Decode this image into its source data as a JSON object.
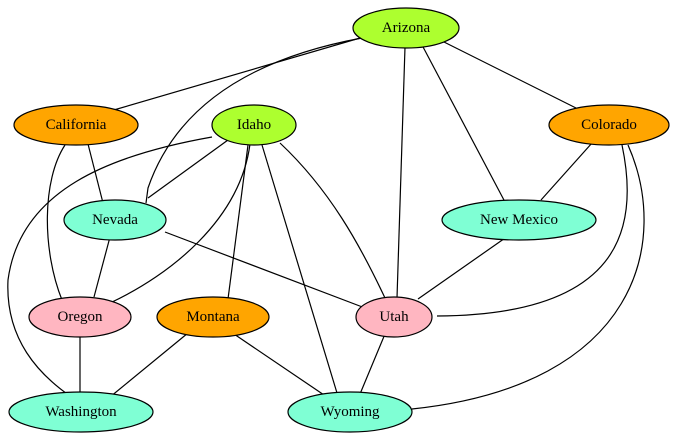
{
  "colors": {
    "lime": "#adff2f",
    "orange": "#ffa500",
    "aquamarine": "#7fffd4",
    "pink": "#ffb6c1"
  },
  "graph": {
    "nodes": [
      {
        "id": "arizona",
        "label": "Arizona",
        "color": "lime"
      },
      {
        "id": "california",
        "label": "California",
        "color": "orange"
      },
      {
        "id": "idaho",
        "label": "Idaho",
        "color": "lime"
      },
      {
        "id": "colorado",
        "label": "Colorado",
        "color": "orange"
      },
      {
        "id": "nevada",
        "label": "Nevada",
        "color": "aquamarine"
      },
      {
        "id": "new-mexico",
        "label": "New Mexico",
        "color": "aquamarine"
      },
      {
        "id": "oregon",
        "label": "Oregon",
        "color": "pink"
      },
      {
        "id": "montana",
        "label": "Montana",
        "color": "orange"
      },
      {
        "id": "utah",
        "label": "Utah",
        "color": "pink"
      },
      {
        "id": "washington",
        "label": "Washington",
        "color": "aquamarine"
      },
      {
        "id": "wyoming",
        "label": "Wyoming",
        "color": "aquamarine"
      }
    ],
    "edges": [
      [
        "arizona",
        "california"
      ],
      [
        "arizona",
        "nevada"
      ],
      [
        "arizona",
        "utah"
      ],
      [
        "arizona",
        "new-mexico"
      ],
      [
        "arizona",
        "colorado"
      ],
      [
        "california",
        "nevada"
      ],
      [
        "california",
        "oregon"
      ],
      [
        "idaho",
        "nevada"
      ],
      [
        "idaho",
        "oregon"
      ],
      [
        "idaho",
        "washington"
      ],
      [
        "idaho",
        "montana"
      ],
      [
        "idaho",
        "utah"
      ],
      [
        "idaho",
        "wyoming"
      ],
      [
        "colorado",
        "new-mexico"
      ],
      [
        "colorado",
        "utah"
      ],
      [
        "colorado",
        "wyoming"
      ],
      [
        "nevada",
        "oregon"
      ],
      [
        "nevada",
        "utah"
      ],
      [
        "new-mexico",
        "utah"
      ],
      [
        "oregon",
        "washington"
      ],
      [
        "montana",
        "washington"
      ],
      [
        "montana",
        "wyoming"
      ],
      [
        "utah",
        "wyoming"
      ]
    ]
  }
}
